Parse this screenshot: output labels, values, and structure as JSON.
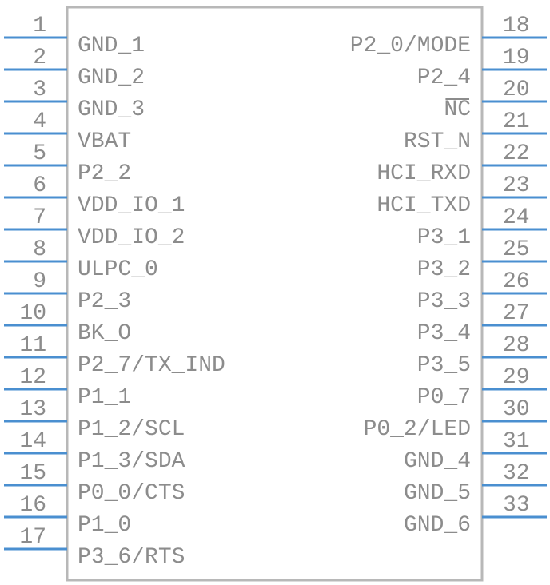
{
  "left_pins": [
    {
      "num": "1",
      "name": "GND_1"
    },
    {
      "num": "2",
      "name": "GND_2"
    },
    {
      "num": "3",
      "name": "GND_3"
    },
    {
      "num": "4",
      "name": "VBAT"
    },
    {
      "num": "5",
      "name": "P2_2"
    },
    {
      "num": "6",
      "name": "VDD_IO_1"
    },
    {
      "num": "7",
      "name": "VDD_IO_2"
    },
    {
      "num": "8",
      "name": "ULPC_0"
    },
    {
      "num": "9",
      "name": "P2_3"
    },
    {
      "num": "10",
      "name": "BK_O"
    },
    {
      "num": "11",
      "name": "P2_7/TX_IND"
    },
    {
      "num": "12",
      "name": "P1_1"
    },
    {
      "num": "13",
      "name": "P1_2/SCL"
    },
    {
      "num": "14",
      "name": "P1_3/SDA"
    },
    {
      "num": "15",
      "name": "P0_0/CTS"
    },
    {
      "num": "16",
      "name": "P1_0"
    },
    {
      "num": "17",
      "name": "P3_6/RTS"
    }
  ],
  "right_pins": [
    {
      "num": "18",
      "name": "P2_0/MODE"
    },
    {
      "num": "19",
      "name": "P2_4"
    },
    {
      "num": "20",
      "name": "NC"
    },
    {
      "num": "21",
      "name": "RST_N"
    },
    {
      "num": "22",
      "name": "HCI_RXD"
    },
    {
      "num": "23",
      "name": "HCI_TXD"
    },
    {
      "num": "24",
      "name": "P3_1"
    },
    {
      "num": "25",
      "name": "P3_2"
    },
    {
      "num": "26",
      "name": "P3_3"
    },
    {
      "num": "27",
      "name": "P3_4"
    },
    {
      "num": "28",
      "name": "P3_5"
    },
    {
      "num": "29",
      "name": "P0_7"
    },
    {
      "num": "30",
      "name": "P0_2/LED"
    },
    {
      "num": "31",
      "name": "GND_4"
    },
    {
      "num": "32",
      "name": "GND_5"
    },
    {
      "num": "33",
      "name": "GND_6"
    }
  ],
  "colors": {
    "pin": "#4a8fd0",
    "body_outline": "#b8b8b8",
    "text": "#8c8c8c"
  }
}
